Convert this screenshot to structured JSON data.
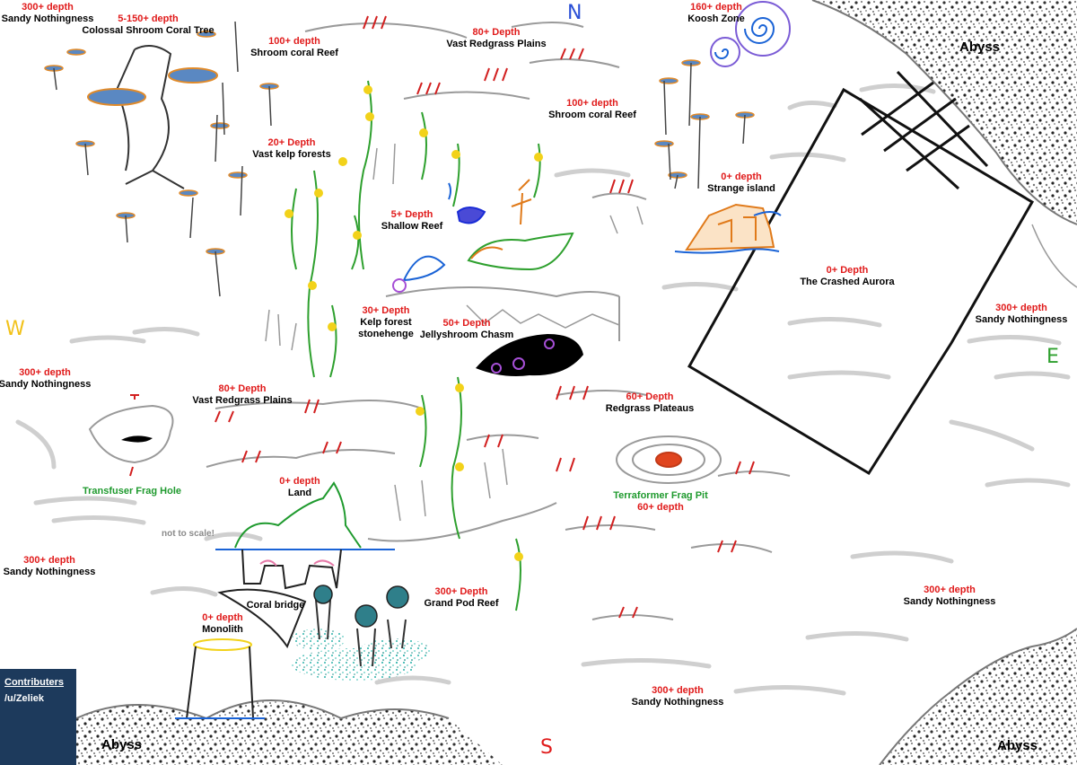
{
  "compass": {
    "north": "N",
    "south": "S",
    "east": "E",
    "west": "W"
  },
  "note": "not to scale!",
  "credits": {
    "heading": "Contributers",
    "users": [
      "/u/Zeliek"
    ]
  },
  "abyss_label": "Abyss",
  "colors": {
    "depth": "#e01b1b",
    "name": "#000000",
    "frag": "#1f9a2e",
    "credits_bg": "#1d3a5c"
  },
  "zones": [
    {
      "key": "sandy_nw",
      "depth": "300+ depth",
      "name": "Sandy Nothingness"
    },
    {
      "key": "shroom_tree",
      "depth": "5-150+ depth",
      "name": "Colossal Shroom Coral Tree"
    },
    {
      "key": "shroom_reef_w",
      "depth": "100+ depth",
      "name": "Shroom coral Reef"
    },
    {
      "key": "redgrass_n",
      "depth": "80+ Depth",
      "name": "Vast Redgrass Plains"
    },
    {
      "key": "koosh",
      "depth": "160+ depth",
      "name": "Koosh Zone"
    },
    {
      "key": "shroom_reef_e",
      "depth": "100+ depth",
      "name": "Shroom coral Reef"
    },
    {
      "key": "kelp_forests",
      "depth": "20+ Depth",
      "name": "Vast kelp forests"
    },
    {
      "key": "strange_island",
      "depth": "0+ depth",
      "name": "Strange island"
    },
    {
      "key": "shallow_reef",
      "depth": "5+ Depth",
      "name": "Shallow Reef"
    },
    {
      "key": "aurora",
      "depth": "0+ Depth",
      "name": "The Crashed Aurora"
    },
    {
      "key": "sandy_e",
      "depth": "300+ depth",
      "name": "Sandy Nothingness"
    },
    {
      "key": "kelp_stonehenge",
      "depth": "30+ Depth",
      "name": "Kelp forest stonehenge"
    },
    {
      "key": "jellyshroom",
      "depth": "50+ Depth",
      "name": "Jellyshroom Chasm"
    },
    {
      "key": "sandy_w",
      "depth": "300+ depth",
      "name": "Sandy Nothingness"
    },
    {
      "key": "redgrass_w",
      "depth": "80+ Depth",
      "name": "Vast Redgrass Plains"
    },
    {
      "key": "redgrass_plateaus",
      "depth": "60+ Depth",
      "name": "Redgrass Plateaus"
    },
    {
      "key": "transfuser",
      "depth": "",
      "name": "Transfuser Frag Hole"
    },
    {
      "key": "terraformer",
      "depth": "60+ depth",
      "name": "Terraformer Frag Pit"
    },
    {
      "key": "land",
      "depth": "0+ depth",
      "name": "Land"
    },
    {
      "key": "sandy_sw",
      "depth": "300+ depth",
      "name": "Sandy Nothingness"
    },
    {
      "key": "sandy_se",
      "depth": "300+ depth",
      "name": "Sandy Nothingness"
    },
    {
      "key": "coral_bridge",
      "depth": "",
      "name": "Coral bridge"
    },
    {
      "key": "grand_pod_reef",
      "depth": "300+ Depth",
      "name": "Grand Pod Reef"
    },
    {
      "key": "monolith",
      "depth": "0+ depth",
      "name": "Monolith"
    },
    {
      "key": "sandy_s",
      "depth": "300+ depth",
      "name": "Sandy Nothingness"
    }
  ]
}
